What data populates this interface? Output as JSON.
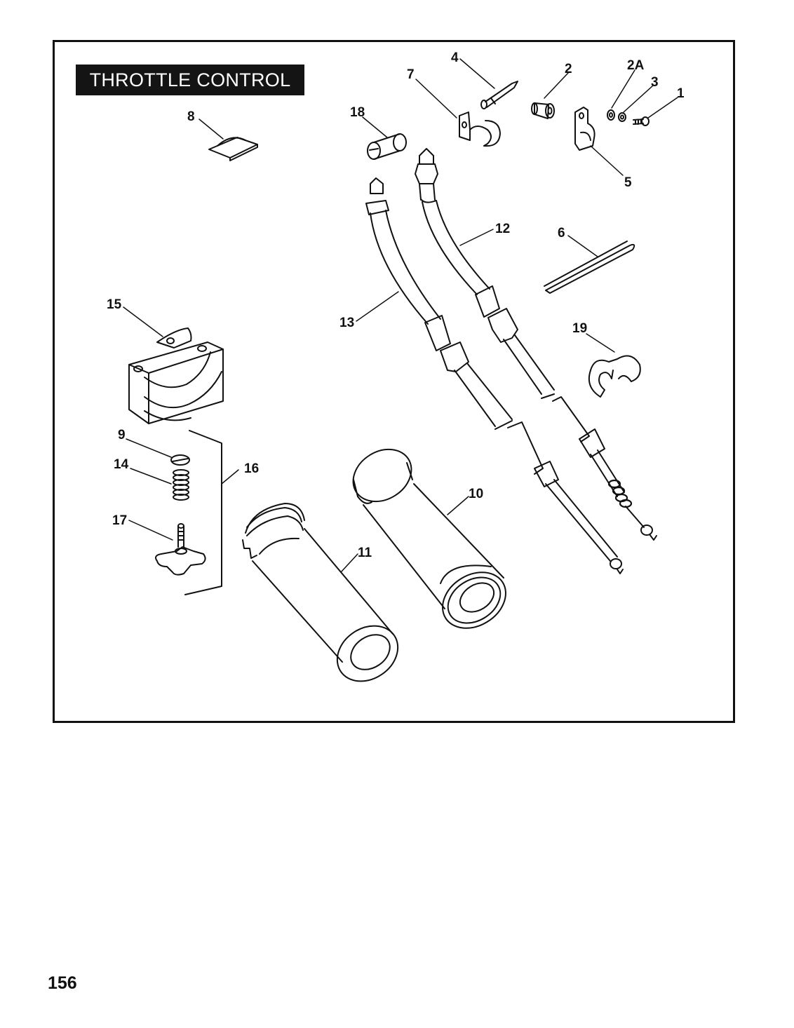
{
  "diagram": {
    "title": "THROTTLE CONTROL",
    "callouts": [
      "4",
      "7",
      "2",
      "2A",
      "3",
      "1",
      "18",
      "8",
      "5",
      "12",
      "6",
      "15",
      "13",
      "19",
      "9",
      "14",
      "16",
      "10",
      "17",
      "11"
    ]
  },
  "page": {
    "number": "156"
  }
}
